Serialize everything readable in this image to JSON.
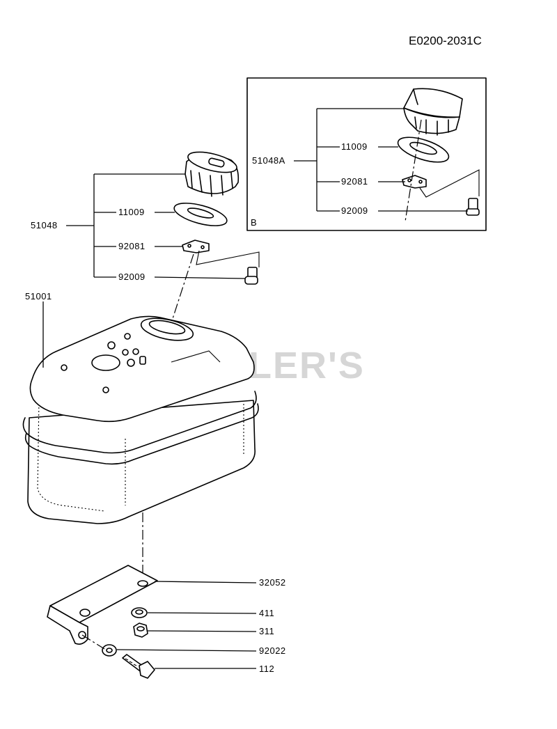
{
  "document_code": "E0200-2031C",
  "watermark": "CUTLER'S",
  "inset_letter": "B",
  "parts": {
    "tank": "51001",
    "cap_assembly": "51048",
    "cap_assembly_alt": "51048A",
    "gasket": "11009",
    "gasket_alt": "11009",
    "plate": "92081",
    "plate_alt": "92081",
    "screw": "92009",
    "screw_alt": "92009",
    "bracket": "32052",
    "washer": "411",
    "nut": "311",
    "washer_2": "92022",
    "bolt": "112"
  }
}
